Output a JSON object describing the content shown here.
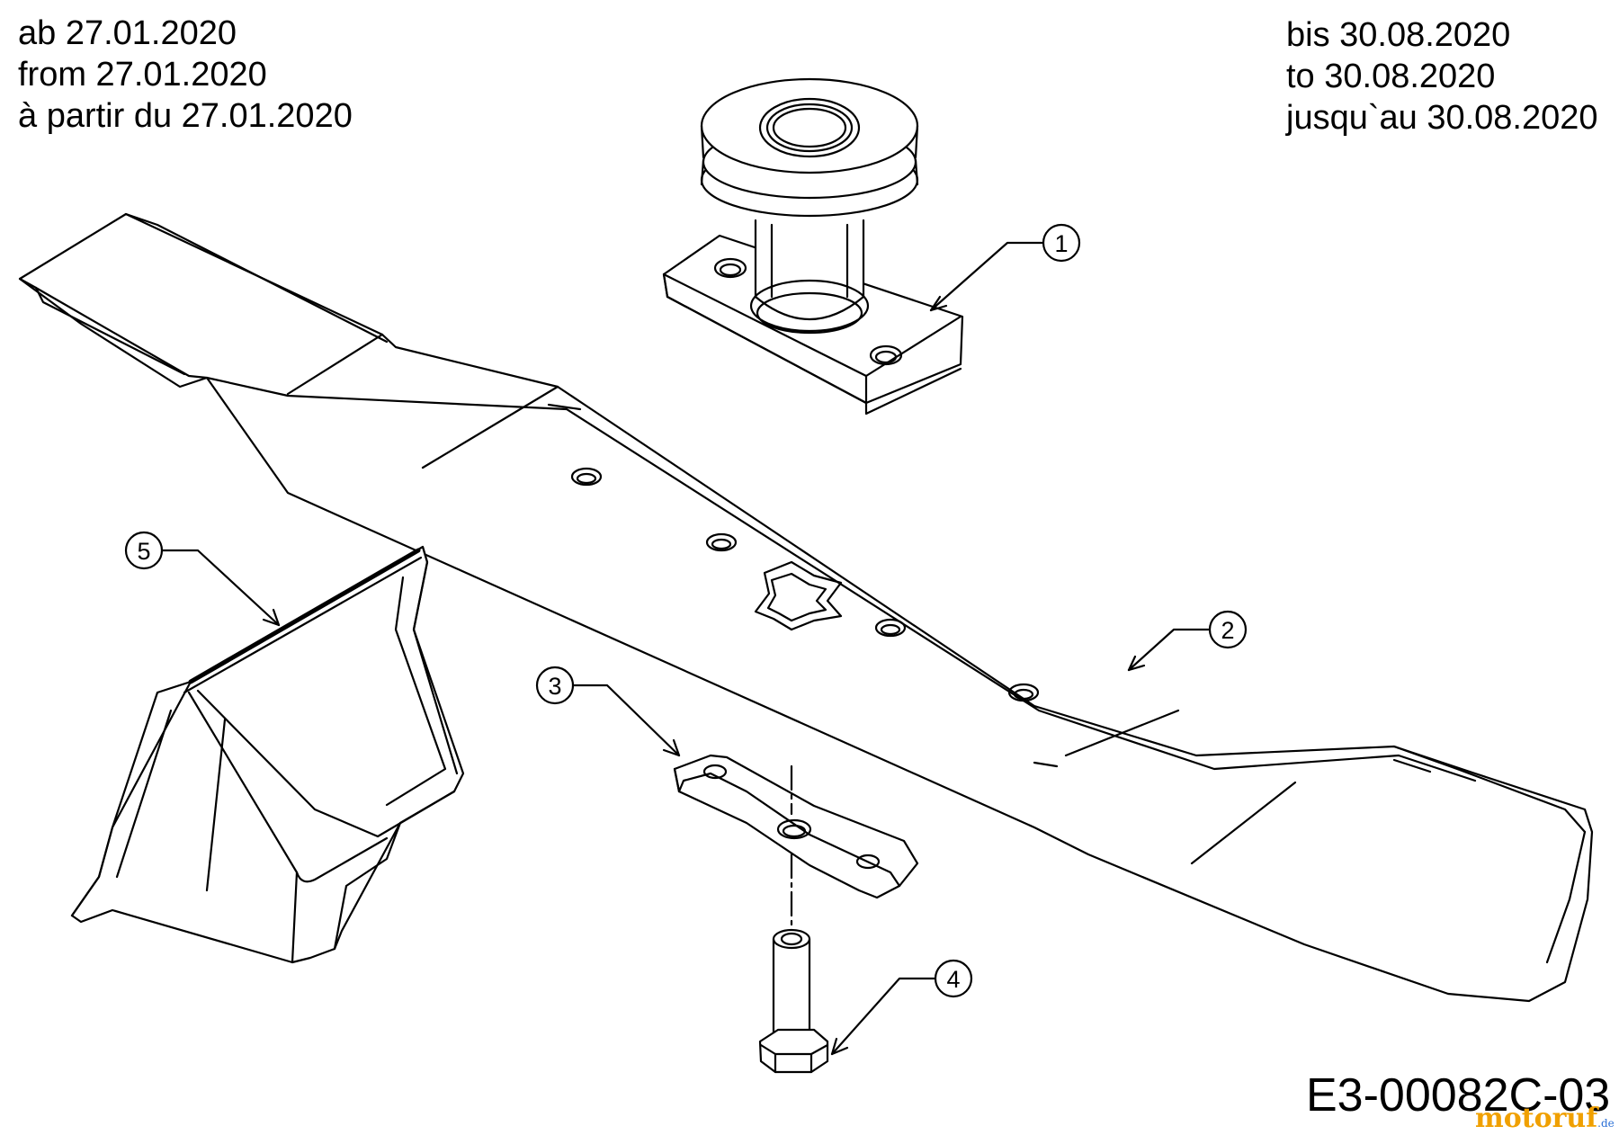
{
  "dates_left": [
    "ab 27.01.2020",
    "from 27.01.2020",
    "à partir du 27.01.2020"
  ],
  "dates_right": [
    "bis 30.08.2020",
    "to 30.08.2020",
    "jusqu`au 30.08.2020"
  ],
  "callouts": {
    "c1": "1",
    "c2": "2",
    "c3": "3",
    "c4": "4",
    "c5": "5"
  },
  "part_code": "E3-00082C-03",
  "watermark": {
    "main": "motoruf",
    "tld": ".de"
  }
}
